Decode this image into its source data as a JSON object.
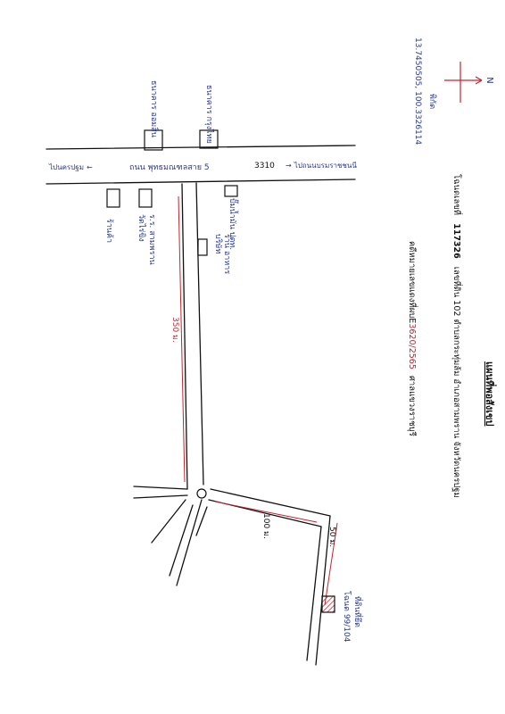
{
  "title": "แผนที่พอสังเขป",
  "header_line1_prefix": "โฉนดเลขที่",
  "header_line1_number": "117326",
  "header_line1_rest": "เลขที่ดิน 102 ตำบลกระทุ่มล้ม อำเภอสามพราน จังหวัดนครปฐม",
  "header_line2_prefix": "คดีหมายเลขแดงที่ผบE",
  "header_line2_case": "3620/2565",
  "header_line2_suffix": "ศาลแขวงราชบุรี",
  "north_label": "N",
  "coords_label": "พิกัด",
  "coords_value": "13.7450505, 100.3326114",
  "road_name": "ถนน พุทธมณฑลสาย 5",
  "road_number": "3310",
  "direction_left": "ไปนครปฐม",
  "direction_right": "ไปถนนบรมราชชนนี",
  "landmarks": [
    "ธนาคาร ออมสิน",
    "ธนาคาร กรุงไทย",
    "ปั๊มน้ำมัน ปตท.",
    "ร้าน อาหาร",
    "วัดไร่ขิง",
    "ร.ร. สามพราน",
    "บริษัท",
    "ร้านค้า"
  ],
  "distances": {
    "main": "350 ม.",
    "branch1": "100 ม.",
    "branch2": "50 ม."
  },
  "property_label": "ที่ดินที่ยึด",
  "property_sub": "โฉนด 99/104"
}
